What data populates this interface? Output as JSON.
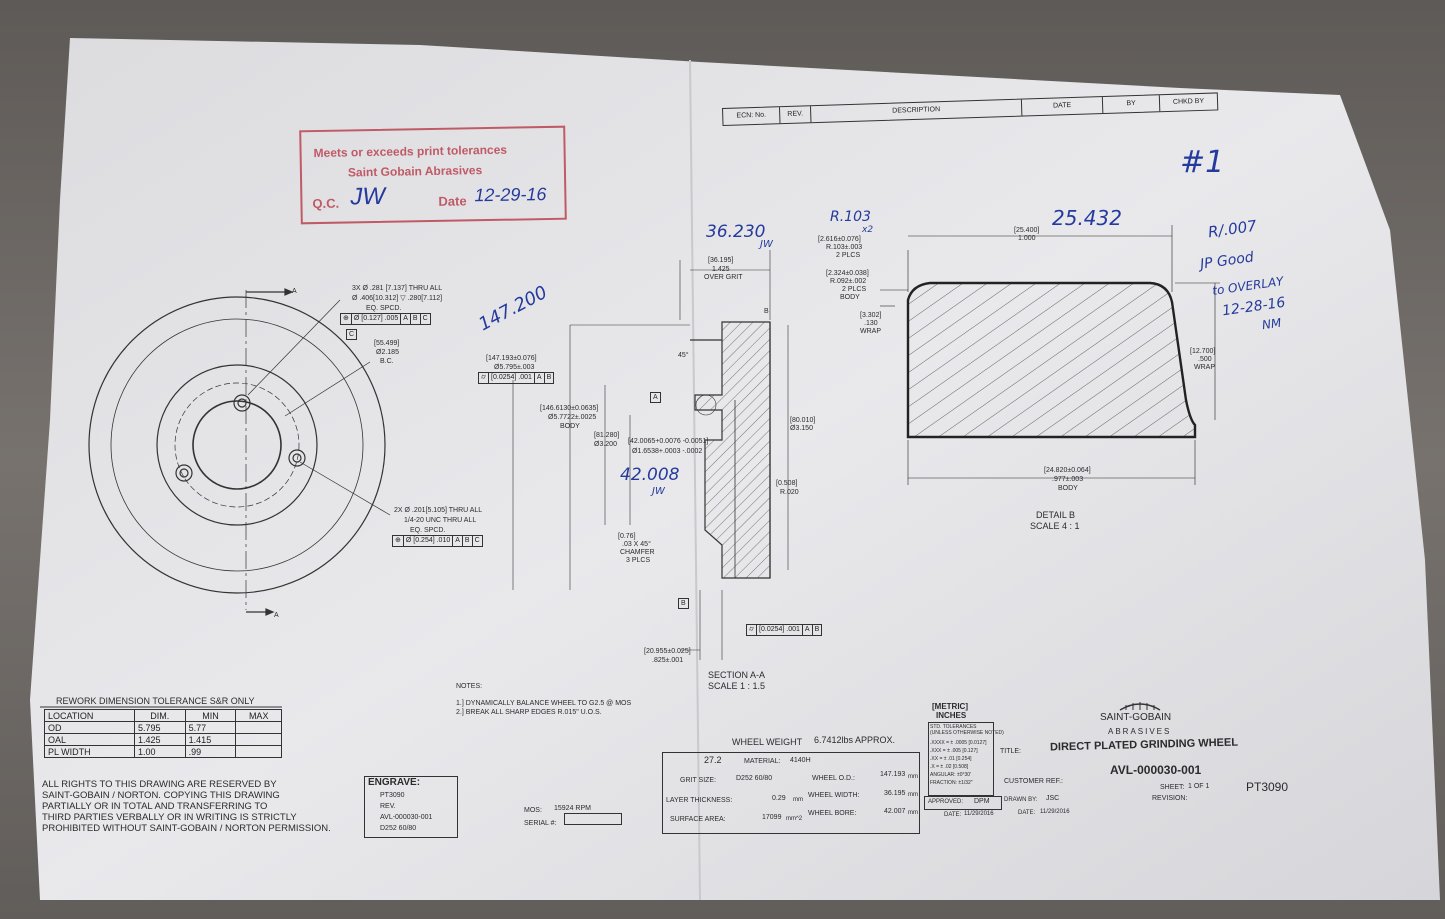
{
  "stamp": {
    "line1": "Meets or exceeds print tolerances",
    "line2": "Saint Gobain Abrasives",
    "qc_label": "Q.C.",
    "qc_value": "JW",
    "date_label": "Date",
    "date_value": "12-29-16"
  },
  "revision_block": {
    "headers": [
      "ECN: No.",
      "REV.",
      "DESCRIPTION",
      "DATE",
      "BY",
      "CHKD BY"
    ]
  },
  "handwritten": {
    "sheet_no": "#1",
    "dim_width": "25.432",
    "dim_over_grit": "36.230",
    "dim_over_grit_init": "JW",
    "dim_od": "147.200",
    "dim_bore": "42.008",
    "dim_bore_init": "JW",
    "radius_note": "R.103",
    "radius_note2": "x2",
    "side_note": [
      "R/.007",
      "JP Good",
      "to OVERLAY",
      "12-28-16",
      "NM"
    ]
  },
  "front_view": {
    "hole_note": [
      "3X Ø .281 [7.137] THRU ALL",
      "Ø .406[10.312] ▽ .280[7.112]",
      "EQ. SPCD."
    ],
    "hole_fcf": [
      "⊕",
      "Ø [0.127] .005",
      "A",
      "B",
      "C"
    ],
    "datum_c": "C",
    "bc_note": [
      "[55.499]",
      "Ø2.185",
      "B.C."
    ],
    "tap_note": [
      "2X Ø .201[5.105] THRU ALL",
      "1/4-20 UNC THRU ALL",
      "EQ. SPCD."
    ],
    "tap_fcf": [
      "⊕",
      "Ø [0.254] .010",
      "A",
      "B",
      "C"
    ],
    "section_label": "A"
  },
  "section_view": {
    "od_dim": [
      "[147.193±0.076]",
      "Ø5.795±.003"
    ],
    "od_fcf": [
      "⌭",
      "[0.0254] .001",
      "A",
      "B"
    ],
    "body_dim": [
      "[146.6130±0.0635]",
      "Ø5.7722±.0025",
      "BODY"
    ],
    "over_grit": [
      "[36.195]",
      "1.425",
      "OVER GRIT"
    ],
    "angle": "45°",
    "datum_a": "A",
    "datum_b": "B",
    "d3200": [
      "[81.280]",
      "Ø3.200"
    ],
    "bore": [
      "[42.0065+0.0076 -0.0051]",
      "Ø1.6538+.0003 -.0002"
    ],
    "d3150": [
      "[80.010]",
      "Ø3.150"
    ],
    "r020": [
      "[0.508]",
      "R.020"
    ],
    "chamfer": [
      "[0.76]",
      ".03 X 45°",
      "CHAMFER",
      "3 PLCS"
    ],
    "width_dim": [
      "[20.955±0.025]",
      ".825±.001"
    ],
    "bottom_fcf": [
      "⌭",
      "[0.0254] .001",
      "A",
      "B"
    ],
    "title": [
      "SECTION A-A",
      "SCALE 1 : 1.5"
    ]
  },
  "detail_view": {
    "r103": [
      "[2.616±0.076]",
      "R.103±.003",
      "2 PLCS"
    ],
    "r092": [
      "[2.324±0.038]",
      "R.092±.002",
      "2 PLCS",
      "BODY"
    ],
    "wrap130": [
      "[3.302]",
      ".130",
      "WRAP"
    ],
    "width_top": [
      "[25.400]",
      "1.000"
    ],
    "wrap500": [
      "[12.700]",
      ".500",
      "WRAP"
    ],
    "body_bottom": [
      "[24.820±0.064]",
      ".977±.003",
      "BODY"
    ],
    "title": [
      "DETAIL B",
      "SCALE 4 : 1"
    ]
  },
  "notes": {
    "heading": "NOTES:",
    "items": [
      "1.] DYNAMICALLY BALANCE WHEEL TO G2.5 @ MOS",
      "2.] BREAK ALL SHARP EDGES R.015\" U.O.S."
    ]
  },
  "rework_table": {
    "title": "REWORK DIMENSION TOLERANCE S&R ONLY",
    "headers": [
      "LOCATION",
      "DIM.",
      "MIN",
      "MAX"
    ],
    "rows": [
      [
        "OD",
        "5.795",
        "5.77",
        ""
      ],
      [
        "OAL",
        "1.425",
        "1.415",
        ""
      ],
      [
        "PL WIDTH",
        "1.00",
        ".99",
        ""
      ]
    ]
  },
  "rights": [
    "ALL RIGHTS TO THIS DRAWING ARE RESERVED BY",
    "SAINT-GOBAIN / NORTON. COPYING THIS DRAWING",
    "PARTIALLY OR IN TOTAL AND TRANSFERRING TO",
    "THIRD PARTIES VERBALLY OR IN WRITING IS STRICTLY",
    "PROHIBITED WITHOUT SAINT-GOBAIN / NORTON PERMISSION."
  ],
  "engrave": {
    "heading": "ENGRAVE:",
    "lines": [
      "PT3090",
      "REV.",
      "AVL-000030-001",
      "D252 60/80"
    ]
  },
  "mos": {
    "label": "MOS:",
    "value": "15924 RPM",
    "serial_label": "SERIAL #:"
  },
  "wheel_weight": {
    "label": "WHEEL WEIGHT",
    "value": "6.7412lbs APPROX."
  },
  "spec": {
    "code": "27.2",
    "material_label": "MATERIAL:",
    "material": "4140H",
    "grit_label": "GRIT SIZE:",
    "grit": "D252 60/80",
    "od_label": "WHEEL O.D.:",
    "od": "147.193",
    "od_unit": "mm",
    "layer_label": "LAYER THICKNESS:",
    "layer": "0.29",
    "layer_unit": "mm",
    "width_label": "WHEEL WIDTH:",
    "width": "36.195",
    "width_unit": "mm",
    "area_label": "SURFACE AREA:",
    "area": "17099",
    "area_unit": "mm^2",
    "bore_label": "WHEEL BORE:",
    "bore": "42.007",
    "bore_unit": "mm"
  },
  "units_block": {
    "metric": "[METRIC]",
    "inches": "INCHES",
    "tol_heading": [
      "STD. TOLERANCES",
      "(UNLESS OTHERWISE NOTED)"
    ],
    "tols": [
      ".XXXX = ± .0005 [0.0127]",
      ".XXX = ± .005 [0.127]",
      ".XX = ± .01 [0.254]",
      ".X = ± .02 [0.508]",
      "ANGULAR: ±0°30'",
      "FRACTION: ±1/32\""
    ]
  },
  "title_block": {
    "company": "SAINT-GOBAIN",
    "company_sub": "ABRASIVES",
    "title_label": "TITLE:",
    "title": "DIRECT PLATED GRINDING WHEEL",
    "customer_label": "CUSTOMER REF.:",
    "part_no": "AVL-000030-001",
    "sheet_label": "SHEET:",
    "sheet": "1 OF 1",
    "revision_label": "REVISION:",
    "pt": "PT3090",
    "approved_label": "APPROVED:",
    "approved": "DPM",
    "drawn_label": "DRAWN BY:",
    "drawn": "JSC",
    "date1_label": "DATE:",
    "date1": "11/29/2016",
    "date2_label": "DATE:",
    "date2": "11/29/2016"
  }
}
